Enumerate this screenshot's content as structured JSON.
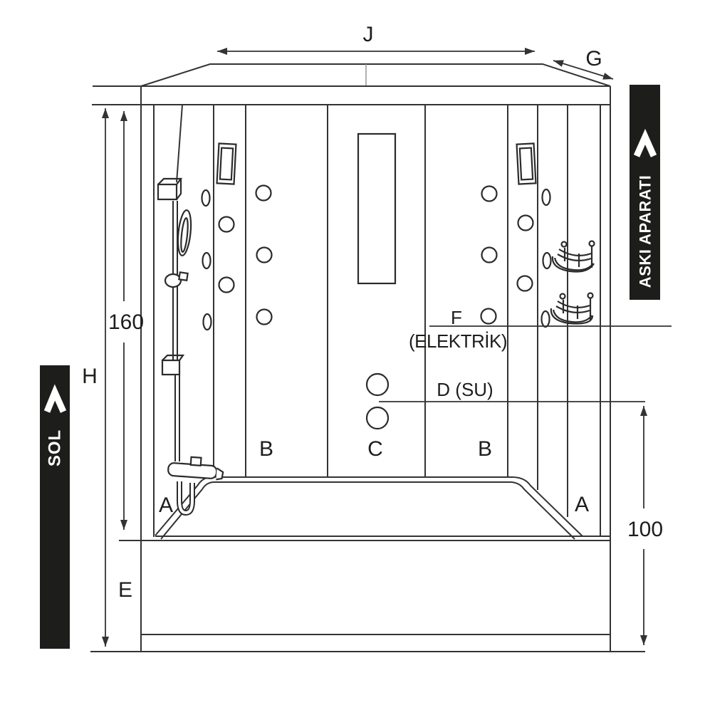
{
  "figure": {
    "type": "technical-installation-diagram",
    "subject": "steam shower cabin with bathtub, front view with mounting dimensions"
  },
  "colors": {
    "background": "#ffffff",
    "line": "#333333",
    "label": "#1d1d1b",
    "banner_bg": "#1d1d1b",
    "banner_text": "#ffffff"
  },
  "dimension_labels": {
    "top_width": "J",
    "top_depth": "G",
    "total_height": "H",
    "interior_height": "160",
    "apron_height": "E",
    "connection_height": "100"
  },
  "zone_labels": {
    "a_left": "A",
    "b_left": "B",
    "c_center": "C",
    "b_right": "B",
    "a_right": "A"
  },
  "connection_labels": {
    "electric": "F",
    "electric_note": "(ELEKTRİK)",
    "water": "D (SU)"
  },
  "banners": {
    "left": {
      "text": "SOL"
    },
    "right": {
      "text": "ASKI APARATI"
    }
  }
}
